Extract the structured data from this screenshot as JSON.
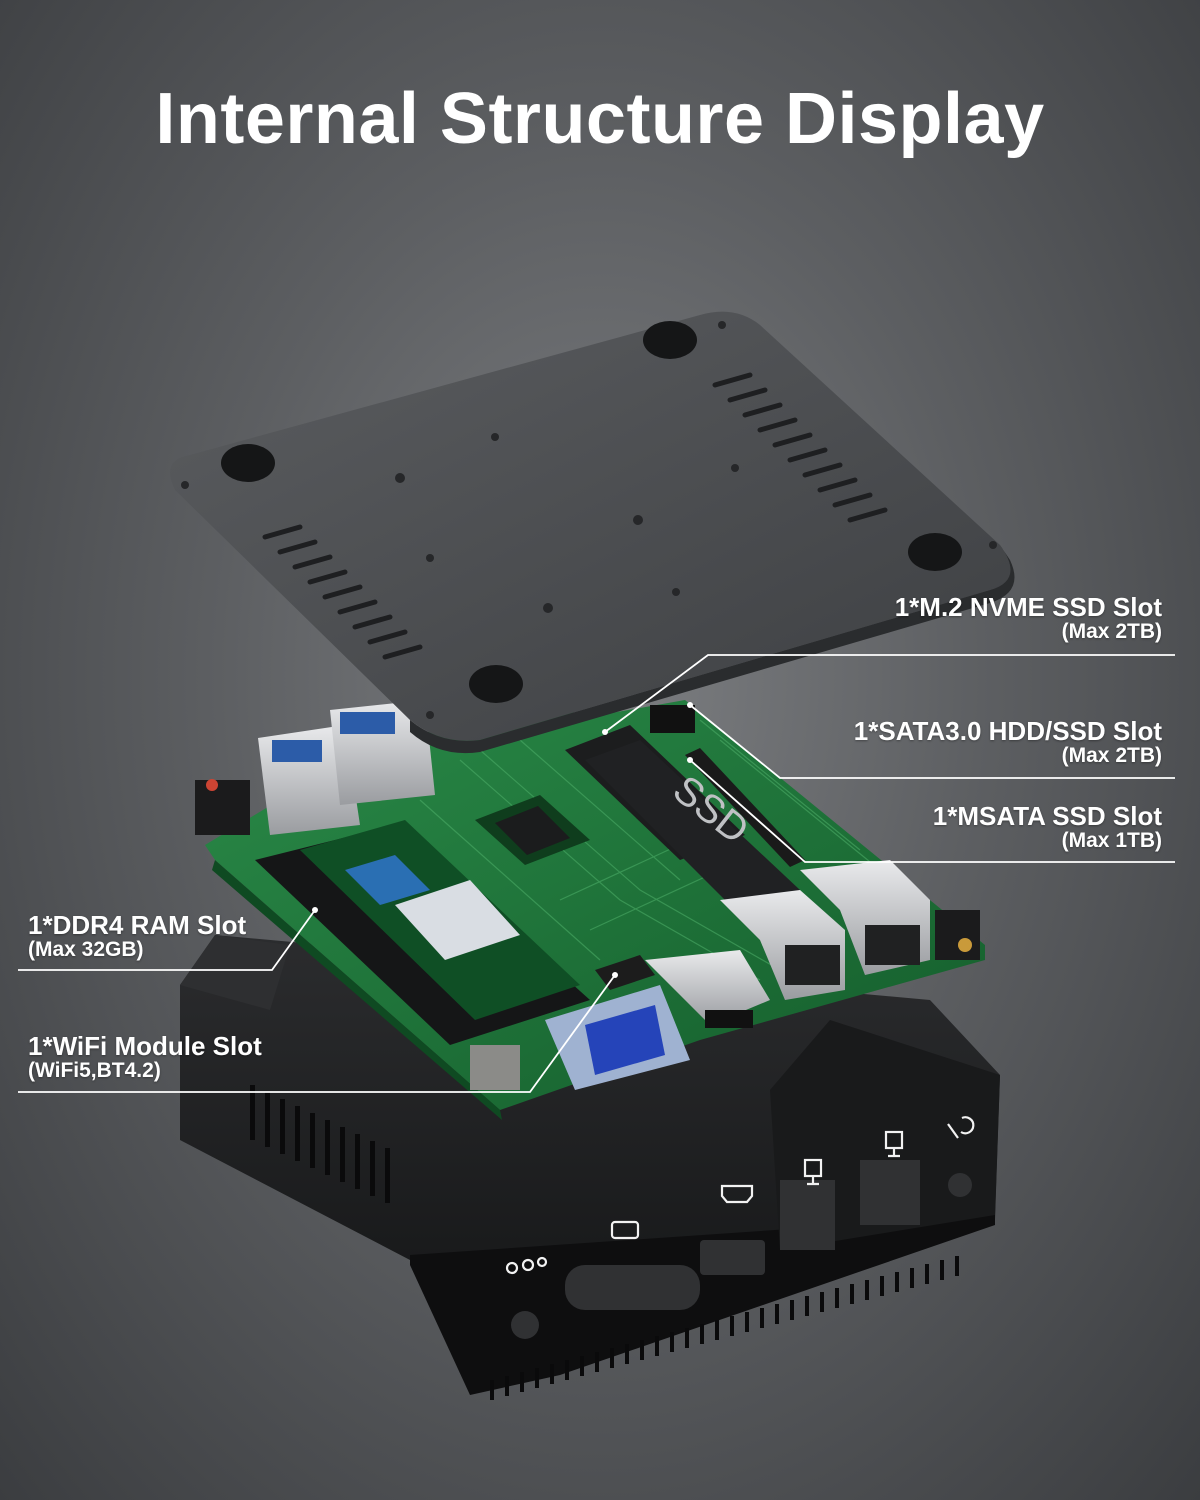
{
  "title": "Internal Structure Display",
  "callouts": {
    "m2": {
      "name": "1*M.2 NVME SSD Slot",
      "sub": "(Max 2TB)"
    },
    "sata": {
      "name": "1*SATA3.0 HDD/SSD Slot",
      "sub": "(Max 2TB)"
    },
    "msata": {
      "name": "1*MSATA SSD Slot",
      "sub": "(Max 1TB)"
    },
    "ddr4": {
      "name": "1*DDR4 RAM Slot",
      "sub": "(Max 32GB)"
    },
    "wifi": {
      "name": "1*WiFi Module Slot",
      "sub": "(WiFi5,BT4.2)"
    }
  },
  "ssd_label": "SSD",
  "colors": {
    "pcb": "#1f7a3c",
    "lid": "#4a4c4f",
    "case": "#1e1f21",
    "callout_line": "#ffffff",
    "title": "#ffffff"
  },
  "icons": [
    "dc-power-icon",
    "vga-icon",
    "hdmi-icon",
    "lan-icon",
    "lan-icon",
    "audio-jack-icon"
  ]
}
